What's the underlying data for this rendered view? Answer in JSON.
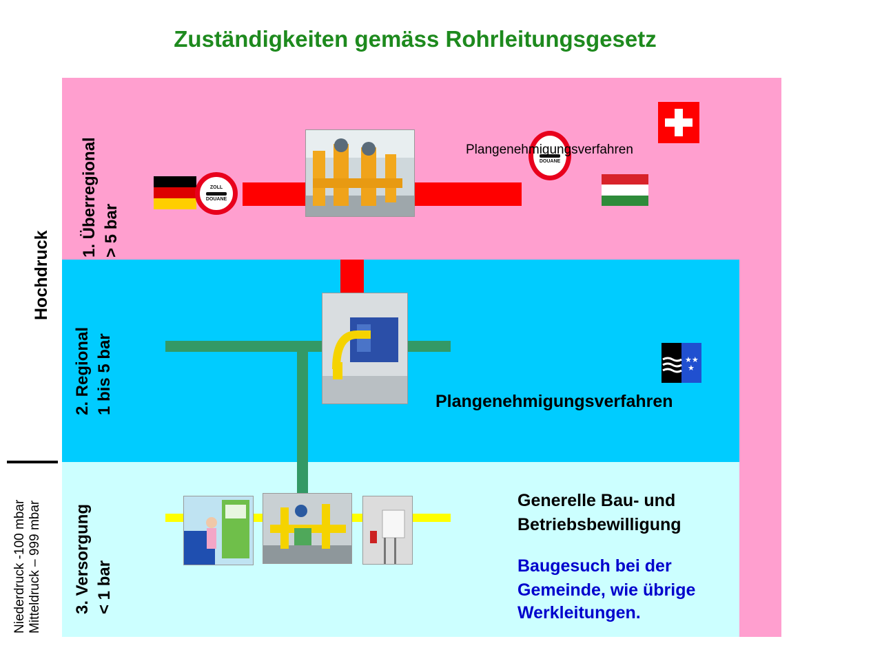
{
  "title": "Zuständigkeiten gemäss Rohrleitungsgesetz",
  "left_axis": {
    "hochdruck": "Hochdruck",
    "niederdruck": "Niederdruck -100 mbar",
    "mitteldruck": "Mitteldruck – 999 mbar"
  },
  "levels": [
    {
      "name": "1. Überregional",
      "pressure": "> 5 bar",
      "procedure": "Plangenehmigungsverfahren"
    },
    {
      "name": "2. Regional",
      "pressure": "1 bis  5 bar",
      "procedure": "Plangenehmigungsverfahren"
    },
    {
      "name": "3. Versorgung",
      "pressure": "< 1 bar"
    }
  ],
  "level3_text": {
    "line1": "Generelle Bau- und",
    "line2": "Betriebsbewilligung",
    "blue_line1": "Baugesuch bei der",
    "blue_line2": "Gemeinde, wie übrige",
    "blue_line3": "Werkleitungen."
  },
  "customs_sign": {
    "top": "ZOLL",
    "bottom": "DOUANE"
  },
  "colors": {
    "title": "#1e8a1e",
    "level1_bg": "#ff9fcf",
    "level2_bg": "#00ccff",
    "level3_bg": "#ccffff",
    "pipe_high": "#ff0000",
    "pipe_regional": "#339966",
    "pipe_low": "#ffff00",
    "blue_text": "#0000cc"
  },
  "icons": [
    "germany-flag-icon",
    "swiss-flag-icon",
    "hungary-flag-icon",
    "canton-flag-icon",
    "customs-sign-icon"
  ]
}
